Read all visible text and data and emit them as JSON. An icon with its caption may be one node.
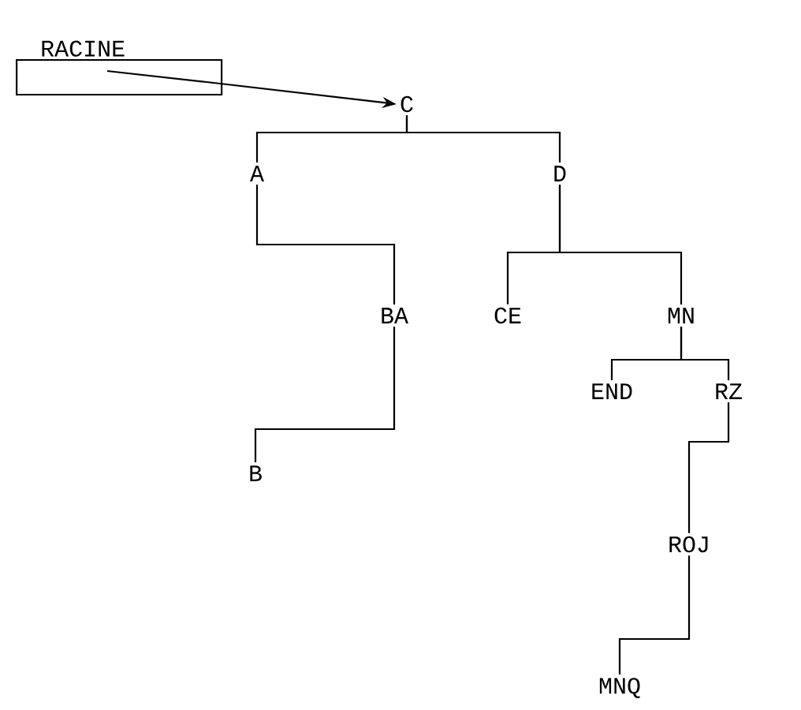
{
  "diagram": {
    "nodes": [
      {
        "text": [
          "RACINE"
        ]
      },
      {
        "text": [
          "C"
        ]
      },
      {
        "text": [
          "A"
        ]
      },
      {
        "text": [
          "D"
        ]
      },
      {
        "text": [
          "BA"
        ]
      },
      {
        "text": [
          "CE"
        ]
      },
      {
        "text": [
          "MN"
        ]
      },
      {
        "text": [
          "END"
        ]
      },
      {
        "text": [
          "RZ"
        ]
      },
      {
        "text": [
          "B"
        ]
      },
      {
        "text": [
          "ROJ"
        ]
      },
      {
        "text": [
          "MNQ"
        ]
      }
    ],
    "edges": [
      {
        "from": 0,
        "to": 1,
        "arrow": "to"
      },
      {
        "from": 1,
        "to": 2,
        "arrow": "none"
      },
      {
        "from": 1,
        "to": 3,
        "arrow": "none"
      },
      {
        "from": 2,
        "to": 4,
        "arrow": "none"
      },
      {
        "from": 4,
        "to": 9,
        "arrow": "none"
      },
      {
        "from": 3,
        "to": 5,
        "arrow": "none"
      },
      {
        "from": 3,
        "to": 6,
        "arrow": "none"
      },
      {
        "from": 6,
        "to": 7,
        "arrow": "none"
      },
      {
        "from": 6,
        "to": 8,
        "arrow": "none"
      },
      {
        "from": 8,
        "to": 10,
        "arrow": "none"
      },
      {
        "from": 10,
        "to": 11,
        "arrow": "none"
      }
    ]
  }
}
